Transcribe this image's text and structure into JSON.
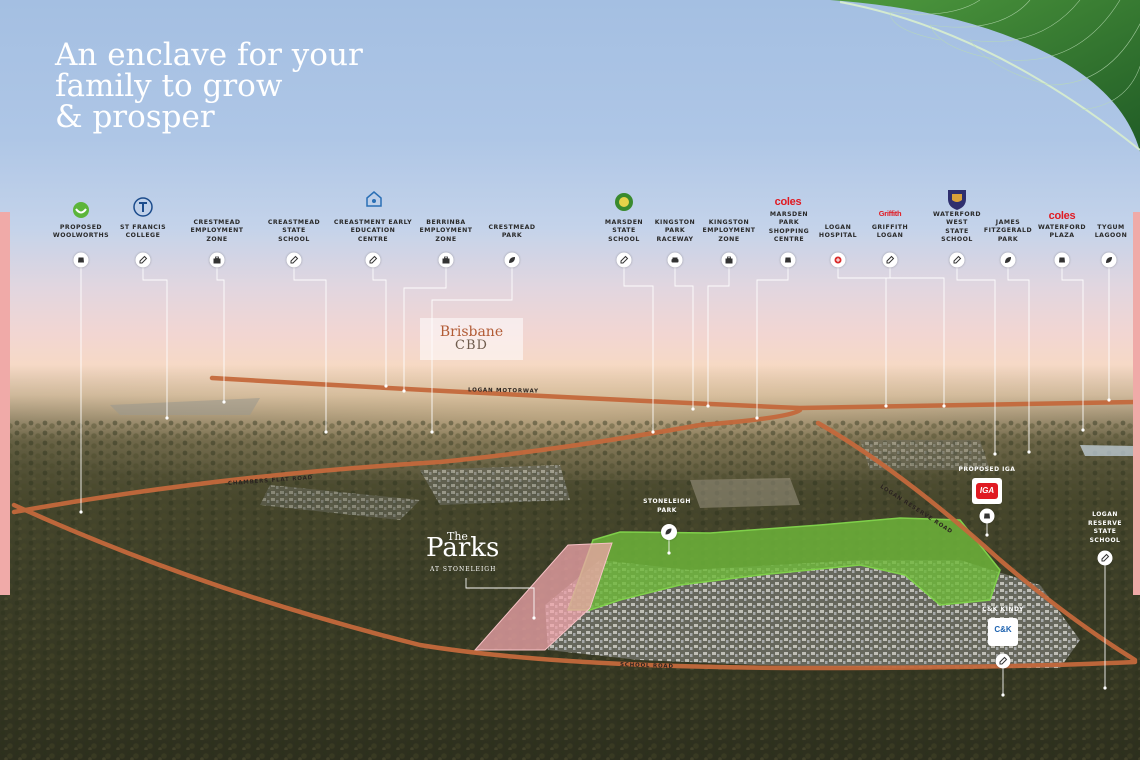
{
  "headline": {
    "line1": "An enclave for your",
    "line2": "family to grow",
    "line3": "& prosper"
  },
  "brisbane_cbd": {
    "line1": "Brisbane",
    "line2": "CBD"
  },
  "the_parks": {
    "the": "The",
    "name": "Parks",
    "sub": "AT STONELEIGH"
  },
  "roads": {
    "logan_motorway": "LOGAN MOTORWAY",
    "chambers_flat": "CHAMBERS FLAT ROAD",
    "logan_reserve": "LOGAN RESERVE ROAD",
    "school_road": "SCHOOL ROAD"
  },
  "pois_top": [
    {
      "l1": "PROPOSED",
      "l2": "WOOLWORTHS",
      "l3": "",
      "icon": "shop-icon",
      "logo": "woolworths-logo"
    },
    {
      "l1": "ST FRANCIS",
      "l2": "COLLEGE",
      "l3": "",
      "icon": "pencil-icon",
      "logo": "st-francis-crest"
    },
    {
      "l1": "CRESTMEAD",
      "l2": "EMPLOYMENT",
      "l3": "ZONE",
      "icon": "briefcase-icon",
      "logo": ""
    },
    {
      "l1": "CREASTMEAD",
      "l2": "STATE",
      "l3": "SCHOOL",
      "icon": "pencil-icon",
      "logo": ""
    },
    {
      "l1": "CREASTMENT EARLY",
      "l2": "EDUCATION",
      "l3": "CENTRE",
      "icon": "pencil-icon",
      "logo": "early-education-logo"
    },
    {
      "l1": "BERRINBA",
      "l2": "EMPLOYMENT",
      "l3": "ZONE",
      "icon": "briefcase-icon",
      "logo": ""
    },
    {
      "l1": "CRESTMEAD",
      "l2": "PARK",
      "l3": "",
      "icon": "leaf-icon",
      "logo": ""
    },
    {
      "l1": "MARSDEN",
      "l2": "STATE",
      "l3": "SCHOOL",
      "icon": "pencil-icon",
      "logo": "marsden-crest"
    },
    {
      "l1": "KINGSTON",
      "l2": "PARK",
      "l3": "RACEWAY",
      "icon": "car-icon",
      "logo": ""
    },
    {
      "l1": "KINGSTON",
      "l2": "EMPLOYMENT",
      "l3": "ZONE",
      "icon": "briefcase-icon",
      "logo": ""
    },
    {
      "l1": "MARSDEN",
      "l2": "PARK",
      "l3": "SHOPPING",
      "l4": "CENTRE",
      "icon": "shop-icon",
      "logo": "coles-logo"
    },
    {
      "l1": "LOGAN",
      "l2": "HOSPITAL",
      "l3": "",
      "icon": "medical-cross-icon",
      "logo": ""
    },
    {
      "l1": "GRIFFITH",
      "l2": "LOGAN",
      "l3": "",
      "icon": "pencil-icon",
      "logo": "griffith-logo"
    },
    {
      "l1": "WATERFORD",
      "l2": "WEST",
      "l3": "STATE",
      "l4": "SCHOOL",
      "icon": "pencil-icon",
      "logo": "waterford-crest"
    },
    {
      "l1": "JAMES",
      "l2": "FITZGERALD",
      "l3": "PARK",
      "icon": "leaf-icon",
      "logo": ""
    },
    {
      "l1": "WATERFORD",
      "l2": "PLAZA",
      "l3": "",
      "icon": "shop-icon",
      "logo": "coles-logo"
    },
    {
      "l1": "TYGUM",
      "l2": "LAGOON",
      "l3": "",
      "icon": "leaf-icon",
      "logo": ""
    }
  ],
  "logos": {
    "coles": "coles",
    "griffith": "Griffith",
    "iga": "IGA",
    "ck": "C&K"
  },
  "map_pois": {
    "stoneleigh_l1": "STONELEIGH",
    "stoneleigh_l2": "PARK",
    "iga_label": "PROPOSED IGA",
    "ck_label": "C&K KINDY",
    "logan_l1": "LOGAN",
    "logan_l2": "RESERVE",
    "logan_l3": "STATE",
    "logan_l4": "SCHOOL"
  },
  "colors": {
    "road": "#c4693c",
    "development": "#6fb83a",
    "future_lot": "#f2a5ac",
    "accent_bar": "#f0aaa8"
  }
}
